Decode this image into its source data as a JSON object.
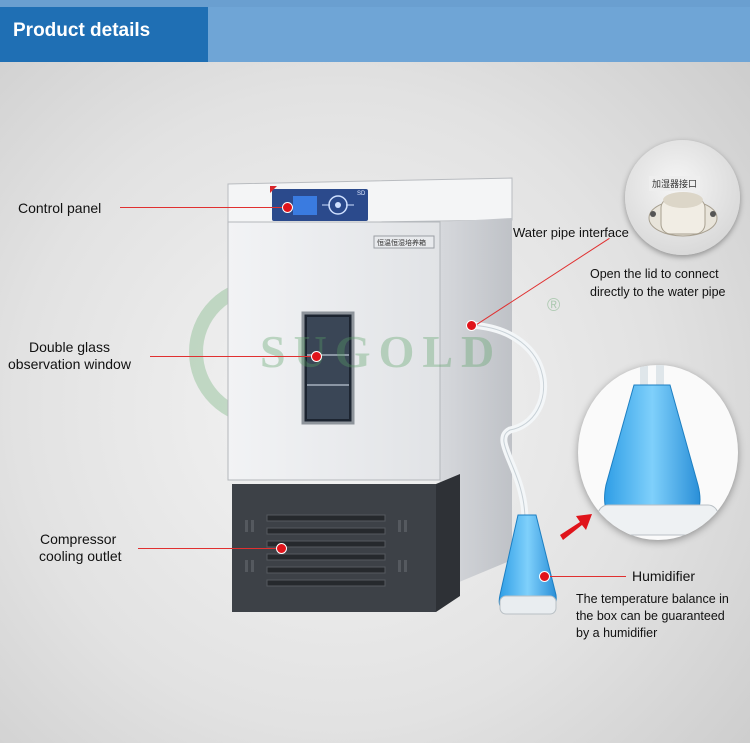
{
  "header": {
    "title": "Product details"
  },
  "product": {
    "panel_code": "恒温恒湿培养箱",
    "display_model": "SD",
    "watermark": "SUGOLD",
    "watermark_mark": "®"
  },
  "callouts": {
    "control_panel": "Control panel",
    "window_line1": "Double glass",
    "window_line2": "observation window",
    "compressor_line1": "Compressor",
    "compressor_line2": "cooling outlet",
    "water_pipe": "Water pipe interface",
    "water_note_line1": "Open the lid to connect",
    "water_note_line2": "directly to the water pipe",
    "humidifier": "Humidifier",
    "humid_note_line1": "The temperature balance in",
    "humid_note_line2": "the box can be guaranteed",
    "humid_note_line3": "by a humidifier"
  },
  "zoom": {
    "interface_tag": "加湿器接口"
  },
  "colors": {
    "header_tab": "#1f6fb4",
    "header_bar": "#6a9fd0",
    "marker": "#e0141b",
    "water": "#4fb6f0"
  }
}
